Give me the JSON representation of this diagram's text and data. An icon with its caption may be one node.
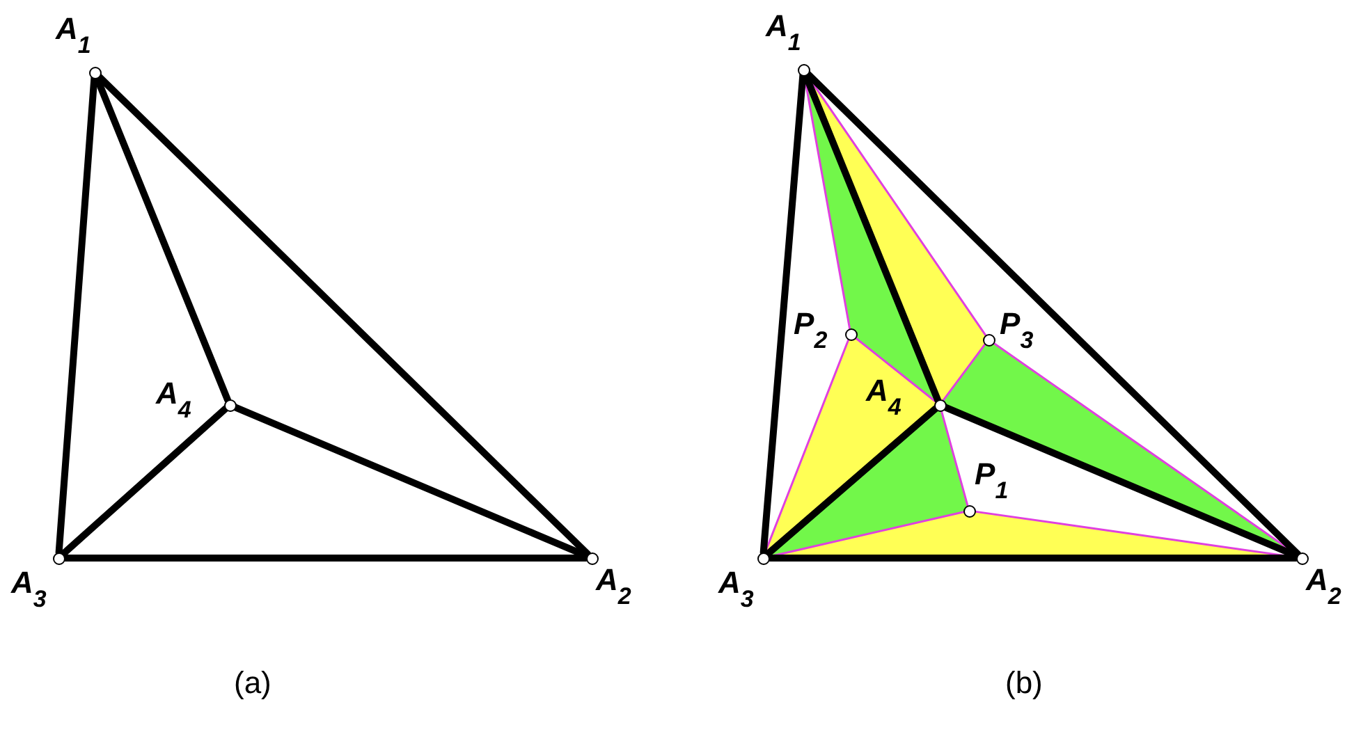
{
  "diagram": {
    "nodes": [
      {
        "text": [],
        "shape": "circle",
        "beside": [
          "A$_{1}$"
        ]
      },
      {
        "text": [],
        "shape": "circle",
        "beside": [
          "A$_{2}$"
        ]
      },
      {
        "text": [],
        "shape": "circle",
        "beside": [
          "A$_{3}$"
        ]
      },
      {
        "text": [],
        "shape": "circle",
        "beside": [
          "A$_{4}$"
        ]
      },
      {
        "text": [],
        "shape": "circle",
        "beside": [
          "A$_{1}$"
        ]
      },
      {
        "text": [],
        "shape": "circle",
        "beside": [
          "A$_{2}$"
        ]
      },
      {
        "text": [],
        "shape": "circle",
        "beside": [
          "A$_{3}$"
        ]
      },
      {
        "text": [],
        "shape": "circle",
        "beside": [
          "A$_{4}$"
        ]
      },
      {
        "text": [],
        "shape": "circle",
        "beside": [
          "P$_{1}$"
        ]
      },
      {
        "text": [],
        "shape": "circle",
        "beside": [
          "P$_{2}$"
        ]
      },
      {
        "text": [],
        "shape": "circle",
        "beside": [
          "P$_{3}$"
        ]
      }
    ],
    "edges": [
      {
        "from": 0,
        "to": 1,
        "arrow": "none"
      },
      {
        "from": 0,
        "to": 2,
        "arrow": "none"
      },
      {
        "from": 2,
        "to": 1,
        "arrow": "none"
      },
      {
        "from": 0,
        "to": 3,
        "arrow": "none"
      },
      {
        "from": 3,
        "to": 1,
        "arrow": "none"
      },
      {
        "from": 3,
        "to": 2,
        "arrow": "none"
      },
      {
        "from": 4,
        "to": 9,
        "arrow": "none",
        "color": "#e040e0"
      },
      {
        "from": 9,
        "to": 6,
        "arrow": "none",
        "color": "#e040e0"
      },
      {
        "from": 9,
        "to": 7,
        "arrow": "none",
        "color": "#e040e0"
      },
      {
        "from": 4,
        "to": 10,
        "arrow": "none",
        "color": "#e040e0"
      },
      {
        "from": 10,
        "to": 7,
        "arrow": "none",
        "color": "#e040e0"
      },
      {
        "from": 10,
        "to": 5,
        "arrow": "none",
        "color": "#e040e0"
      },
      {
        "from": 6,
        "to": 8,
        "arrow": "none",
        "color": "#e040e0"
      },
      {
        "from": 8,
        "to": 5,
        "arrow": "none",
        "color": "#e040e0"
      },
      {
        "from": 8,
        "to": 7,
        "arrow": "none",
        "color": "#e040e0"
      },
      {
        "from": 4,
        "to": 5,
        "arrow": "none"
      },
      {
        "from": 4,
        "to": 6,
        "arrow": "none"
      },
      {
        "from": 6,
        "to": 5,
        "arrow": "none"
      },
      {
        "from": 4,
        "to": 7,
        "arrow": "none"
      },
      {
        "from": 7,
        "to": 5,
        "arrow": "none"
      },
      {
        "from": 7,
        "to": 6,
        "arrow": "none"
      }
    ],
    "labels": [
      "(a)",
      "(b)"
    ]
  }
}
